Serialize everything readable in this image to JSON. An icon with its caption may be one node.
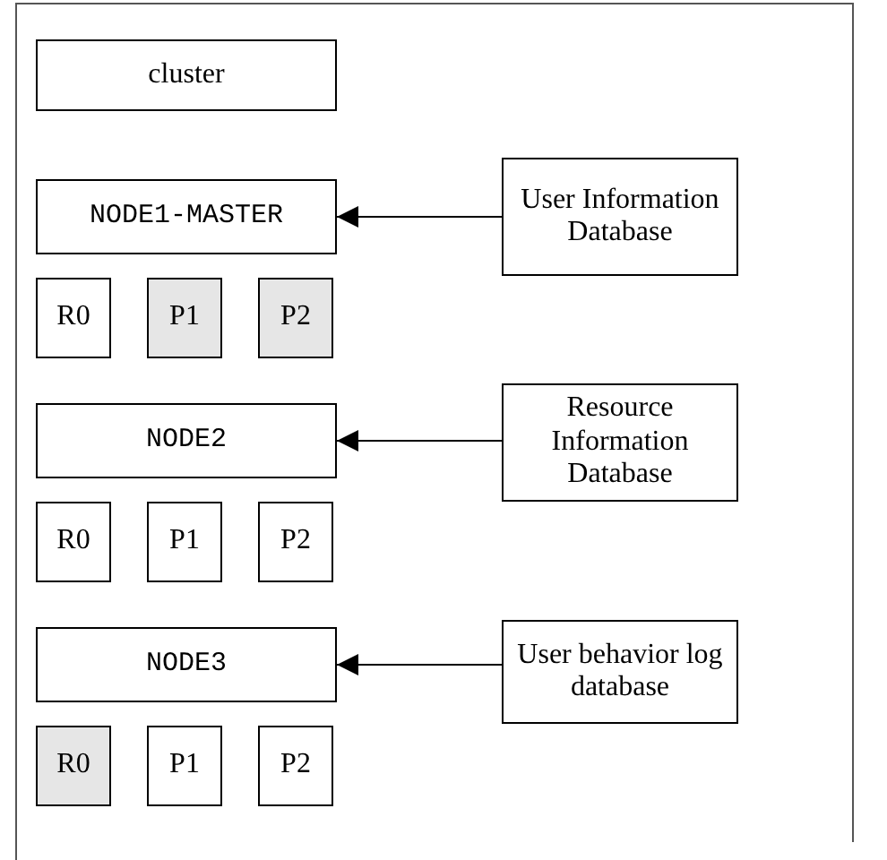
{
  "diagram": {
    "nodes": [
      {
        "text": [
          "cluster"
        ]
      },
      {
        "text": [
          "NODE1-MASTER"
        ]
      },
      {
        "text": [
          "R0"
        ]
      },
      {
        "text": [
          "P1"
        ]
      },
      {
        "text": [
          "P2"
        ]
      },
      {
        "text": [
          "NODE2"
        ]
      },
      {
        "text": [
          "R0"
        ]
      },
      {
        "text": [
          "P1"
        ]
      },
      {
        "text": [
          "P2"
        ]
      },
      {
        "text": [
          "NODE3"
        ]
      },
      {
        "text": [
          "R0"
        ]
      },
      {
        "text": [
          "P1"
        ]
      },
      {
        "text": [
          "P2"
        ]
      },
      {
        "text": [
          "User Information Database"
        ]
      },
      {
        "text": [
          "Resource Information Database"
        ]
      },
      {
        "text": [
          "User behavior log database"
        ]
      }
    ],
    "edges": [
      {
        "from": 13,
        "to": 1,
        "arrow": "to"
      },
      {
        "from": 14,
        "to": 5,
        "arrow": "to"
      },
      {
        "from": 15,
        "to": 9,
        "arrow": "to"
      }
    ]
  }
}
